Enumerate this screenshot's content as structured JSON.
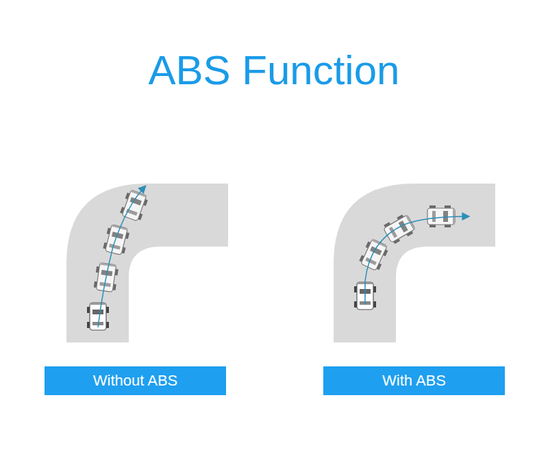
{
  "diagram": {
    "title": "ABS Function",
    "nodes": [
      {
        "text": [
          "Without ABS"
        ]
      },
      {
        "text": [
          "With ABS"
        ]
      }
    ]
  }
}
